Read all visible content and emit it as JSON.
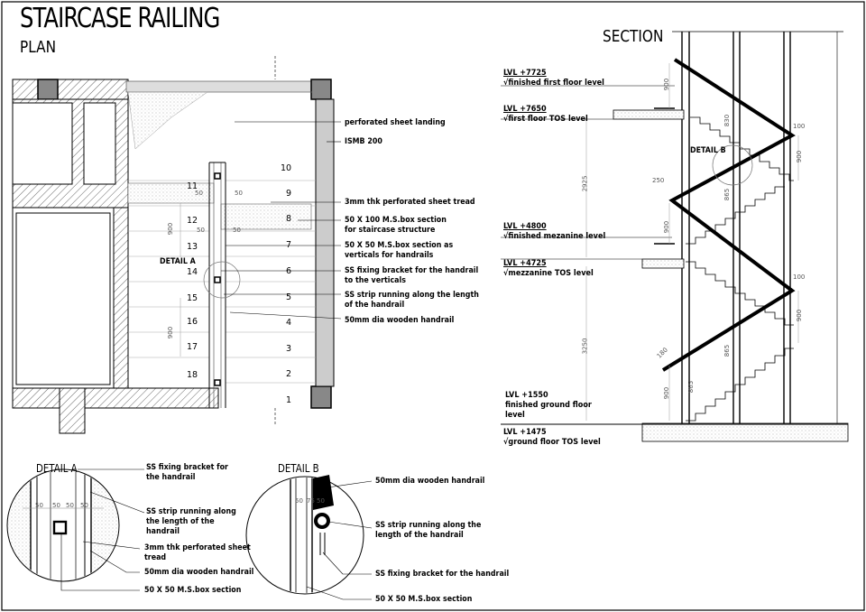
{
  "title": "STAIRCASE RAILING",
  "plan_label": "PLAN",
  "section_label": "SECTION",
  "plan": {
    "callouts": [
      "perforated sheet landing",
      "ISMB 200",
      "3mm thk perforated sheet tread",
      "50 X 100 M.S.box section\nfor staircase structure",
      "50 X 50 M.S.box section as\nverticals for handrails",
      "SS fixing bracket for the handrail\nto the verticals",
      "SS strip running along the length\nof the handrail",
      "50mm dia wooden handrail"
    ],
    "right_flight_numbers": [
      "10",
      "9",
      "8",
      "7",
      "6",
      "5",
      "4",
      "3",
      "2",
      "1"
    ],
    "left_flight_numbers": [
      "11",
      "12",
      "13",
      "14",
      "15",
      "16",
      "17",
      "18"
    ],
    "detail_tag": "DETAIL A",
    "dims": {
      "d50": "50",
      "d900": "900"
    }
  },
  "section": {
    "levels": [
      {
        "lvl": "LVL +7725",
        "desc": "finished first floor level"
      },
      {
        "lvl": "LVL +7650",
        "desc": "first floor TOS level"
      },
      {
        "lvl": "LVL +4800",
        "desc": "finished mezanine level"
      },
      {
        "lvl": "LVL +4725",
        "desc": "mezzanine TOS level"
      },
      {
        "lvl": "LVL +1550",
        "desc": "finished ground floor\nlevel"
      },
      {
        "lvl": "LVL +1475",
        "desc": "ground floor TOS level"
      }
    ],
    "detail_tag": "DETAIL B",
    "dims": {
      "d900": "900",
      "d830": "830",
      "d865": "865",
      "d2925": "2925",
      "d3250": "3250",
      "d100": "100",
      "d250": "250",
      "d180": "180"
    }
  },
  "detail_a": {
    "title": "DETAIL  A",
    "callouts": [
      "SS fixing bracket for\nthe handrail",
      "SS strip running along\nthe length of the\nhandrail",
      "3mm thk perforated sheet\ntread",
      "50mm dia wooden handrail",
      "50 X 50 M.S.box section"
    ],
    "dims": [
      "50",
      "50",
      "50",
      "50"
    ]
  },
  "detail_b": {
    "title": "DETAIL  B",
    "callouts": [
      "50mm dia wooden handrail",
      "SS strip running along the\nlength of the handrail",
      "SS fixing bracket for the handrail",
      "50 X 50 M.S.box section"
    ],
    "dims": [
      "50",
      "75",
      "50"
    ]
  }
}
